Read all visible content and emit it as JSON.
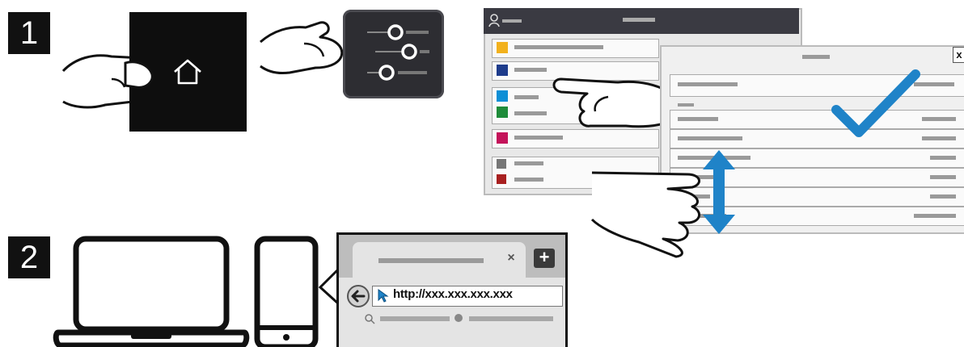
{
  "steps": {
    "step1": {
      "number": "1"
    },
    "step2": {
      "number": "2"
    }
  },
  "browser": {
    "address": "http://xxx.xxx.xxx.xxx",
    "close_glyph": "×",
    "new_tab_glyph": "+"
  },
  "panel": {
    "close_glyph": "x"
  },
  "icons": {
    "home": "home-icon",
    "checkmark": "checkmark-icon",
    "scroll": "double-arrow-icon",
    "back": "back-arrow-icon"
  },
  "colors": {
    "accent_blue": "#1f83c8",
    "badge_black": "#111111",
    "panel_dark": "#2d2d32"
  }
}
